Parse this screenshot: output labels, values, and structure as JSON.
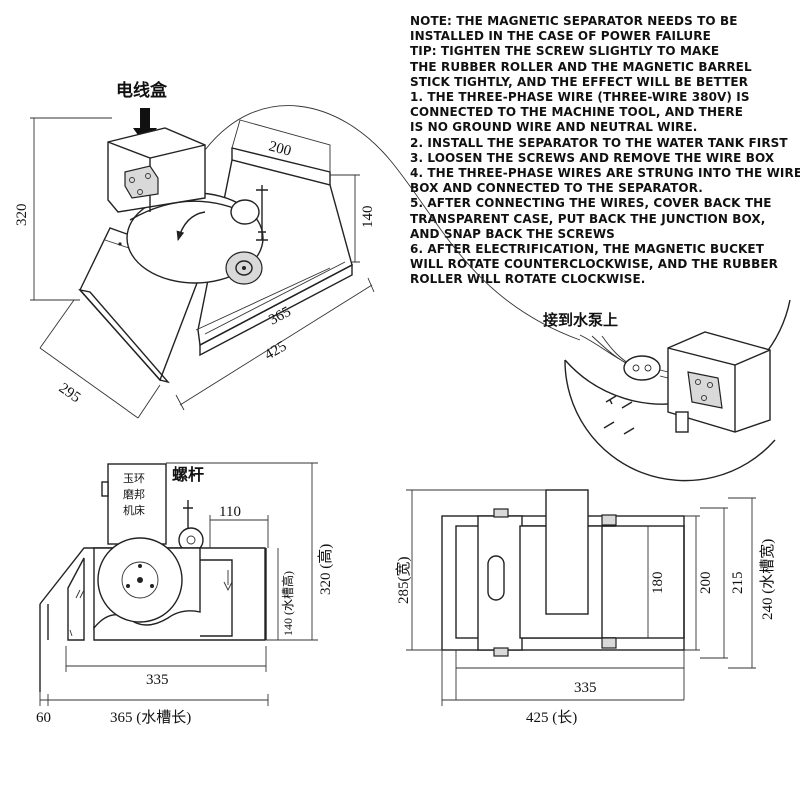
{
  "notes": [
    "NOTE: THE MAGNETIC SEPARATOR NEEDS TO BE",
    "INSTALLED IN THE CASE OF POWER FAILURE",
    "TIP: TIGHTEN THE SCREW SLIGHTLY TO MAKE",
    "THE RUBBER ROLLER AND THE MAGNETIC BARREL",
    "STICK TIGHTLY, AND THE EFFECT WILL BE BETTER",
    "1. THE THREE-PHASE WIRE (THREE-WIRE 380V) IS",
    "CONNECTED TO THE MACHINE TOOL, AND THERE",
    "IS NO GROUND WIRE AND NEUTRAL WIRE.",
    "2. INSTALL THE SEPARATOR TO THE WATER TANK FIRST",
    "3. LOOSEN THE SCREWS AND REMOVE THE WIRE BOX",
    "4. THE THREE-PHASE WIRES ARE STRUNG INTO THE WIRE",
    "BOX AND CONNECTED TO THE SEPARATOR.",
    "5. AFTER CONNECTING THE WIRES, COVER BACK THE",
    "TRANSPARENT CASE, PUT BACK THE JUNCTION BOX,",
    "AND SNAP BACK THE SCREWS",
    "6. AFTER ELECTRIFICATION, THE MAGNETIC BUCKET",
    "WILL ROTATE COUNTERCLOCKWISE, AND THE RUBBER",
    "ROLLER WILL ROTATE CLOCKWISE."
  ],
  "iso_view": {
    "wire_box_label": "电线盒",
    "dim_height": "320",
    "dim_width_top": "200",
    "dim_side": "140",
    "dim_length_inner": "365",
    "dim_length_outer": "425",
    "dim_depth": "295"
  },
  "detail": {
    "label": "接到水泵上"
  },
  "front_view": {
    "machine_label": [
      "玉环",
      "磨邦",
      "机床"
    ],
    "screw_label": "螺杆",
    "dim_110": "110",
    "dim_320": "320 (高)",
    "dim_140": "140 (水槽高)",
    "dim_335": "335",
    "dim_60": "60",
    "dim_365": "365 (水槽长)"
  },
  "top_view": {
    "dim_285": "285(宽)",
    "dim_180": "180",
    "dim_200": "200",
    "dim_215": "215",
    "dim_240": "240 (水槽宽)",
    "dim_335": "335",
    "dim_425": "425 (长)"
  }
}
